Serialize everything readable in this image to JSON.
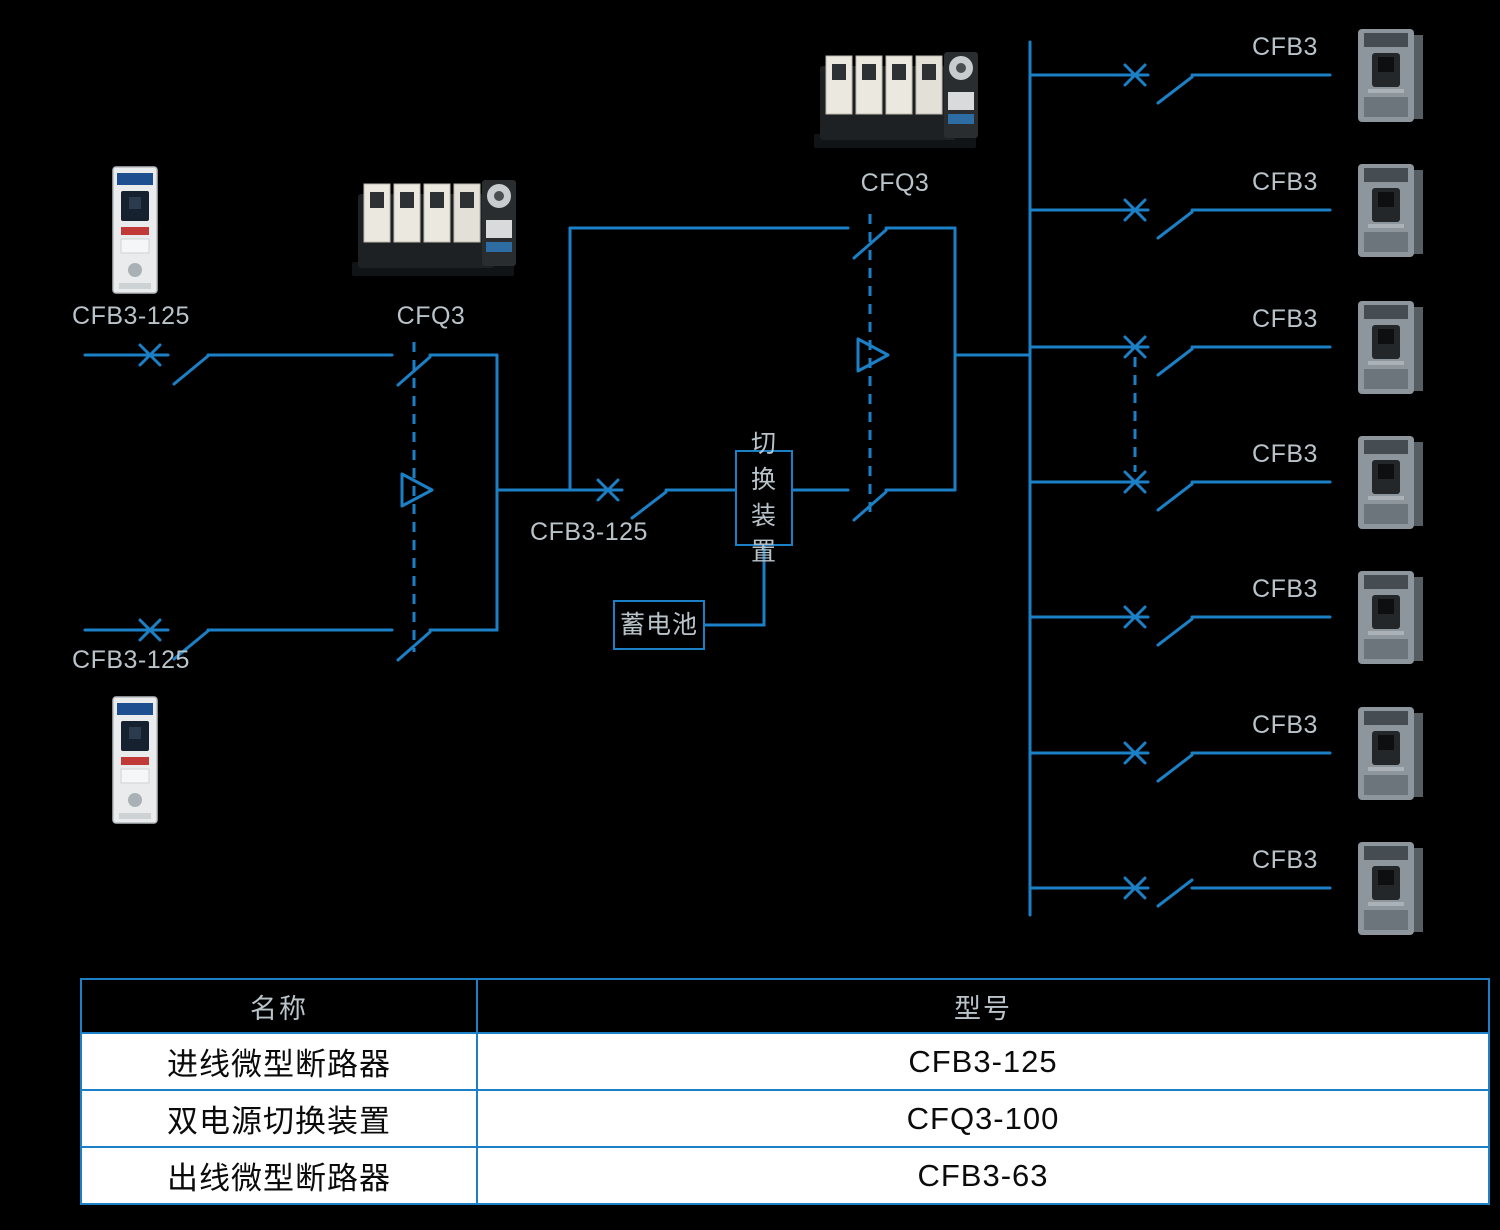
{
  "diagram": {
    "incoming_breaker_top": {
      "label": "CFB3-125"
    },
    "incoming_breaker_bottom": {
      "label": "CFB3-125"
    },
    "transfer_switch_left": {
      "label": "CFQ3"
    },
    "transfer_switch_right": {
      "label": "CFQ3"
    },
    "mid_breaker": {
      "label": "CFB3-125"
    },
    "switch_device": {
      "label": "切换装置"
    },
    "battery": {
      "label": "蓄电池"
    },
    "outputs": [
      {
        "label": "CFB3"
      },
      {
        "label": "CFB3"
      },
      {
        "label": "CFB3"
      },
      {
        "label": "CFB3"
      },
      {
        "label": "CFB3"
      },
      {
        "label": "CFB3"
      },
      {
        "label": "CFB3"
      }
    ]
  },
  "table": {
    "headers": [
      "名称",
      "型号"
    ],
    "rows": [
      {
        "name": "进线微型断路器",
        "model": "CFB3-125"
      },
      {
        "name": "双电源切换装置",
        "model": "CFQ3-100"
      },
      {
        "name": "出线微型断路器",
        "model": "CFB3-63"
      }
    ]
  },
  "colors": {
    "line": "#1b80c6",
    "label_text": "#b9c3ca",
    "table_border": "#1b80c6",
    "table_row_bg": "#ffffff",
    "background": "#000000"
  }
}
